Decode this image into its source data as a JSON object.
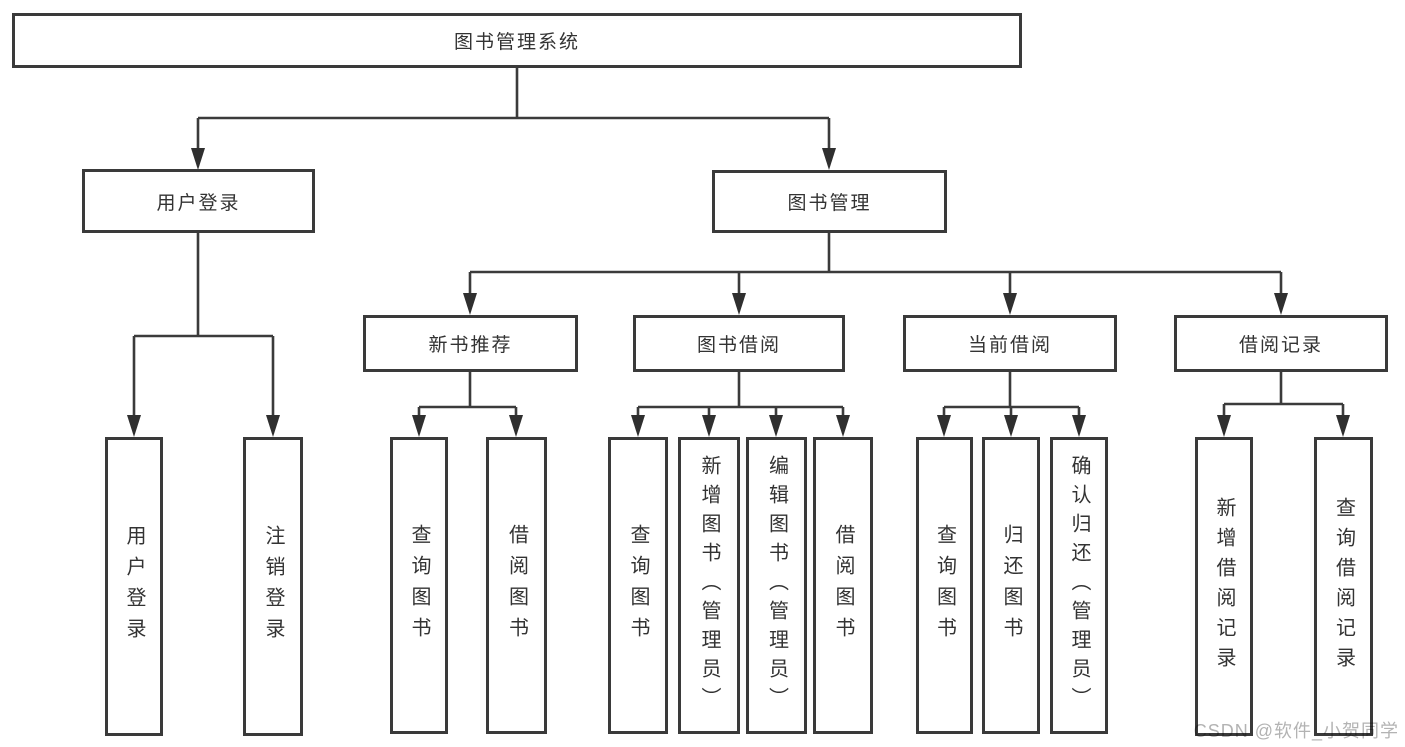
{
  "diagram_title": "图书管理系统",
  "tree": {
    "root": {
      "label": "图书管理系统"
    },
    "branches": [
      {
        "label": "用户登录",
        "leaves": [
          "用户登录",
          "注销登录"
        ]
      },
      {
        "label": "图书管理",
        "groups": [
          {
            "label": "新书推荐",
            "leaves": [
              "查询图书",
              "借阅图书"
            ]
          },
          {
            "label": "图书借阅",
            "leaves": [
              "查询图书",
              "新增图书（管理员）",
              "编辑图书（管理员）",
              "借阅图书"
            ]
          },
          {
            "label": "当前借阅",
            "leaves": [
              "查询图书",
              "归还图书",
              "确认归还（管理员）"
            ]
          },
          {
            "label": "借阅记录",
            "leaves": [
              "新增借阅记录",
              "查询借阅记录"
            ]
          }
        ]
      }
    ]
  },
  "watermark": {
    "text": "CSDN @软件_小贺同学"
  },
  "colors": {
    "line": "#3b3b3b",
    "box_border": "#3a3a3a",
    "text": "#333333",
    "watermark": "#b3b3b3",
    "background": "#ffffff"
  }
}
